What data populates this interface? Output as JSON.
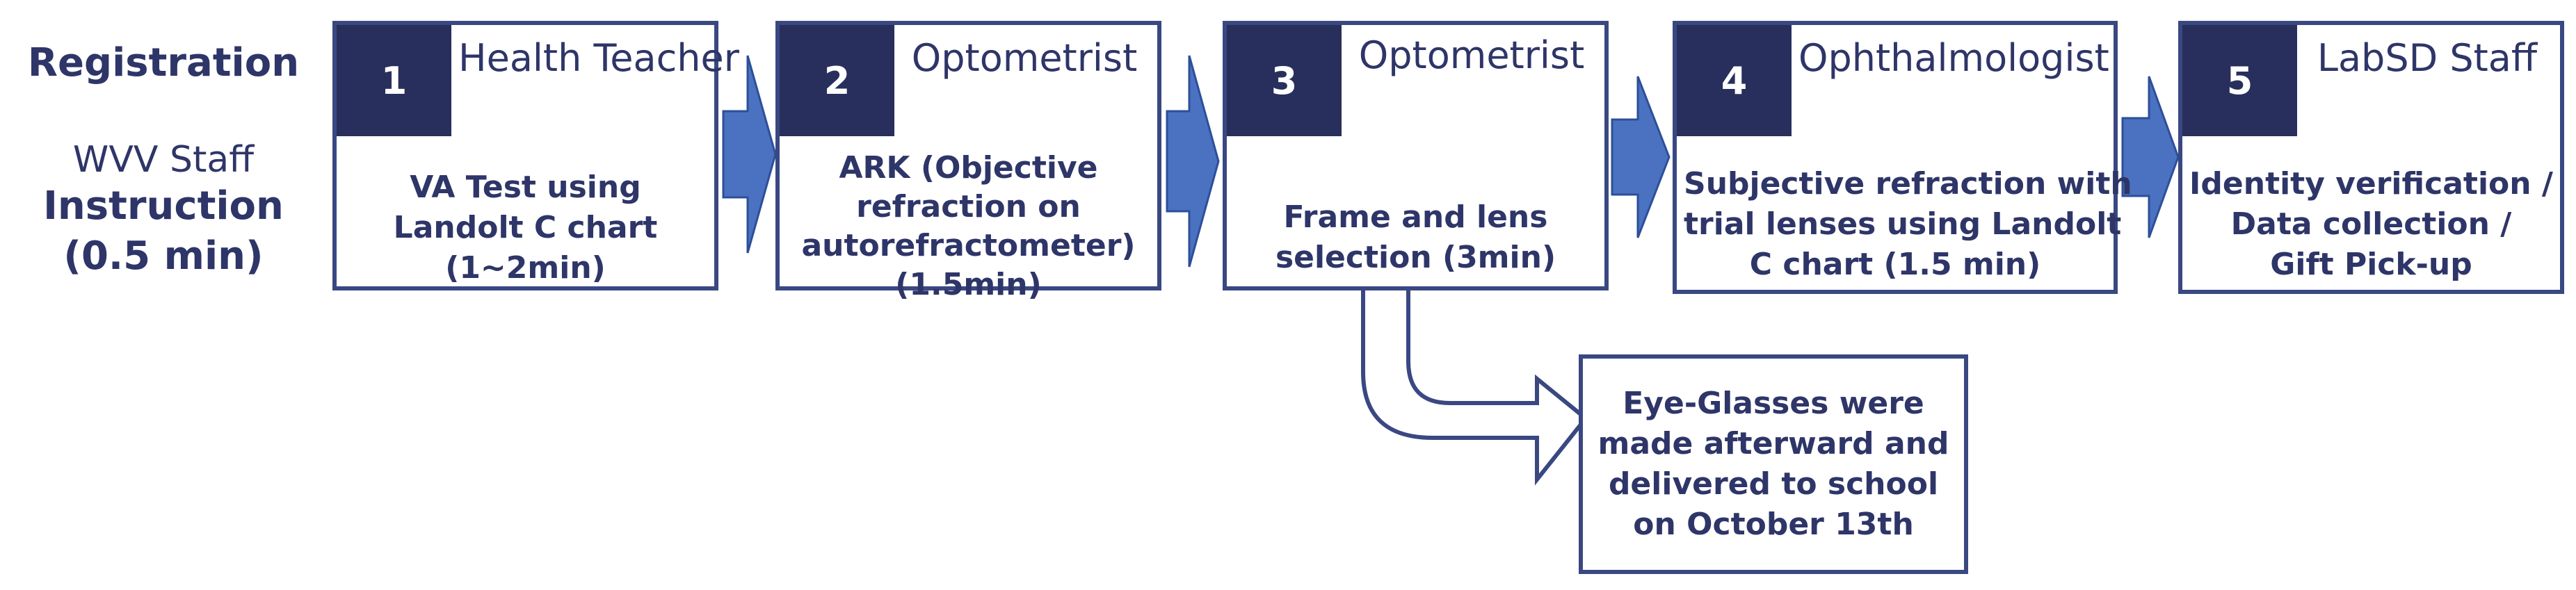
{
  "registration": {
    "title": "Registration",
    "staff": "WVV Staff",
    "instruction": "Instruction",
    "time": "(0.5 min)"
  },
  "steps": [
    {
      "number": "1",
      "role": "Health Teacher",
      "desc": [
        "VA Test using",
        "Landolt C chart",
        "(1~2min)"
      ]
    },
    {
      "number": "2",
      "role": "Optometrist",
      "desc": [
        "ARK (Objective",
        "refraction on",
        "autorefractometer)",
        "(1.5min)"
      ]
    },
    {
      "number": "3",
      "role": "Optometrist",
      "desc": [
        "Frame and lens",
        "selection (3min)"
      ]
    },
    {
      "number": "4",
      "role": "Ophthalmologist",
      "desc": [
        "Subjective refraction with",
        "trial lenses using Landolt",
        "C chart (1.5 min)"
      ]
    },
    {
      "number": "5",
      "role": "LabSD Staff",
      "desc": [
        "Identity verification /",
        "Data collection /",
        "Gift Pick-up"
      ]
    }
  ],
  "outcome": {
    "desc": [
      "Eye-Glasses were",
      "made afterward and",
      "delivered to school",
      "on October 13th"
    ]
  },
  "colors": {
    "border": "#3a4882",
    "number_box": "#282f5c",
    "text": "#2e3568",
    "arrow_fill": "#4a72c0",
    "arrow_stroke": "#2d4f99"
  }
}
